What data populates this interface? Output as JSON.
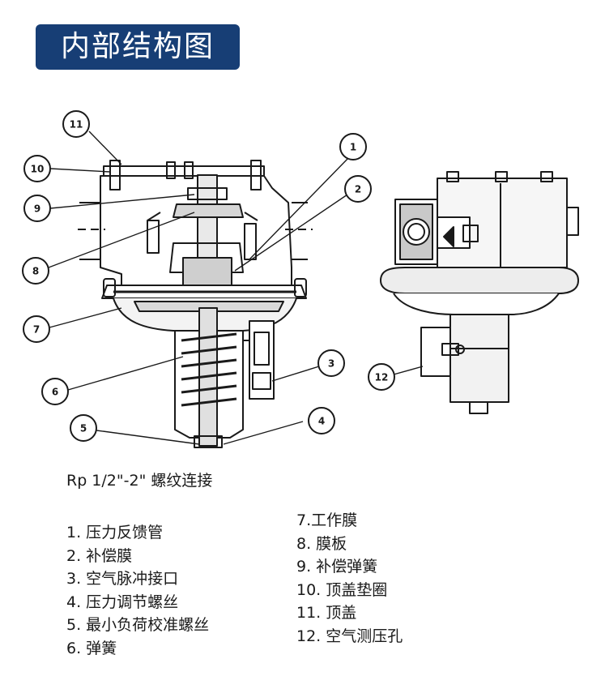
{
  "title": "内部结构图",
  "thread_note": "Rp 1/2\"-2\" 螺纹连接",
  "callouts": [
    "1",
    "2",
    "3",
    "4",
    "5",
    "6",
    "7",
    "8",
    "9",
    "10",
    "11",
    "12"
  ],
  "legend_left": [
    "1. 压力反馈管",
    "2. 补偿膜",
    "3. 空气脉冲接口",
    "4. 压力调节螺丝",
    "5. 最小负荷校准螺丝",
    "6. 弹簧"
  ],
  "legend_right": [
    "7.工作膜",
    "8. 膜板",
    "9. 补偿弹簧",
    "10. 顶盖垫圈",
    "11. 顶盖",
    "12. 空气测压孔"
  ],
  "colors": {
    "title_bg": "#173e75",
    "title_text": "#ffffff",
    "line": "#1a1a1a"
  }
}
